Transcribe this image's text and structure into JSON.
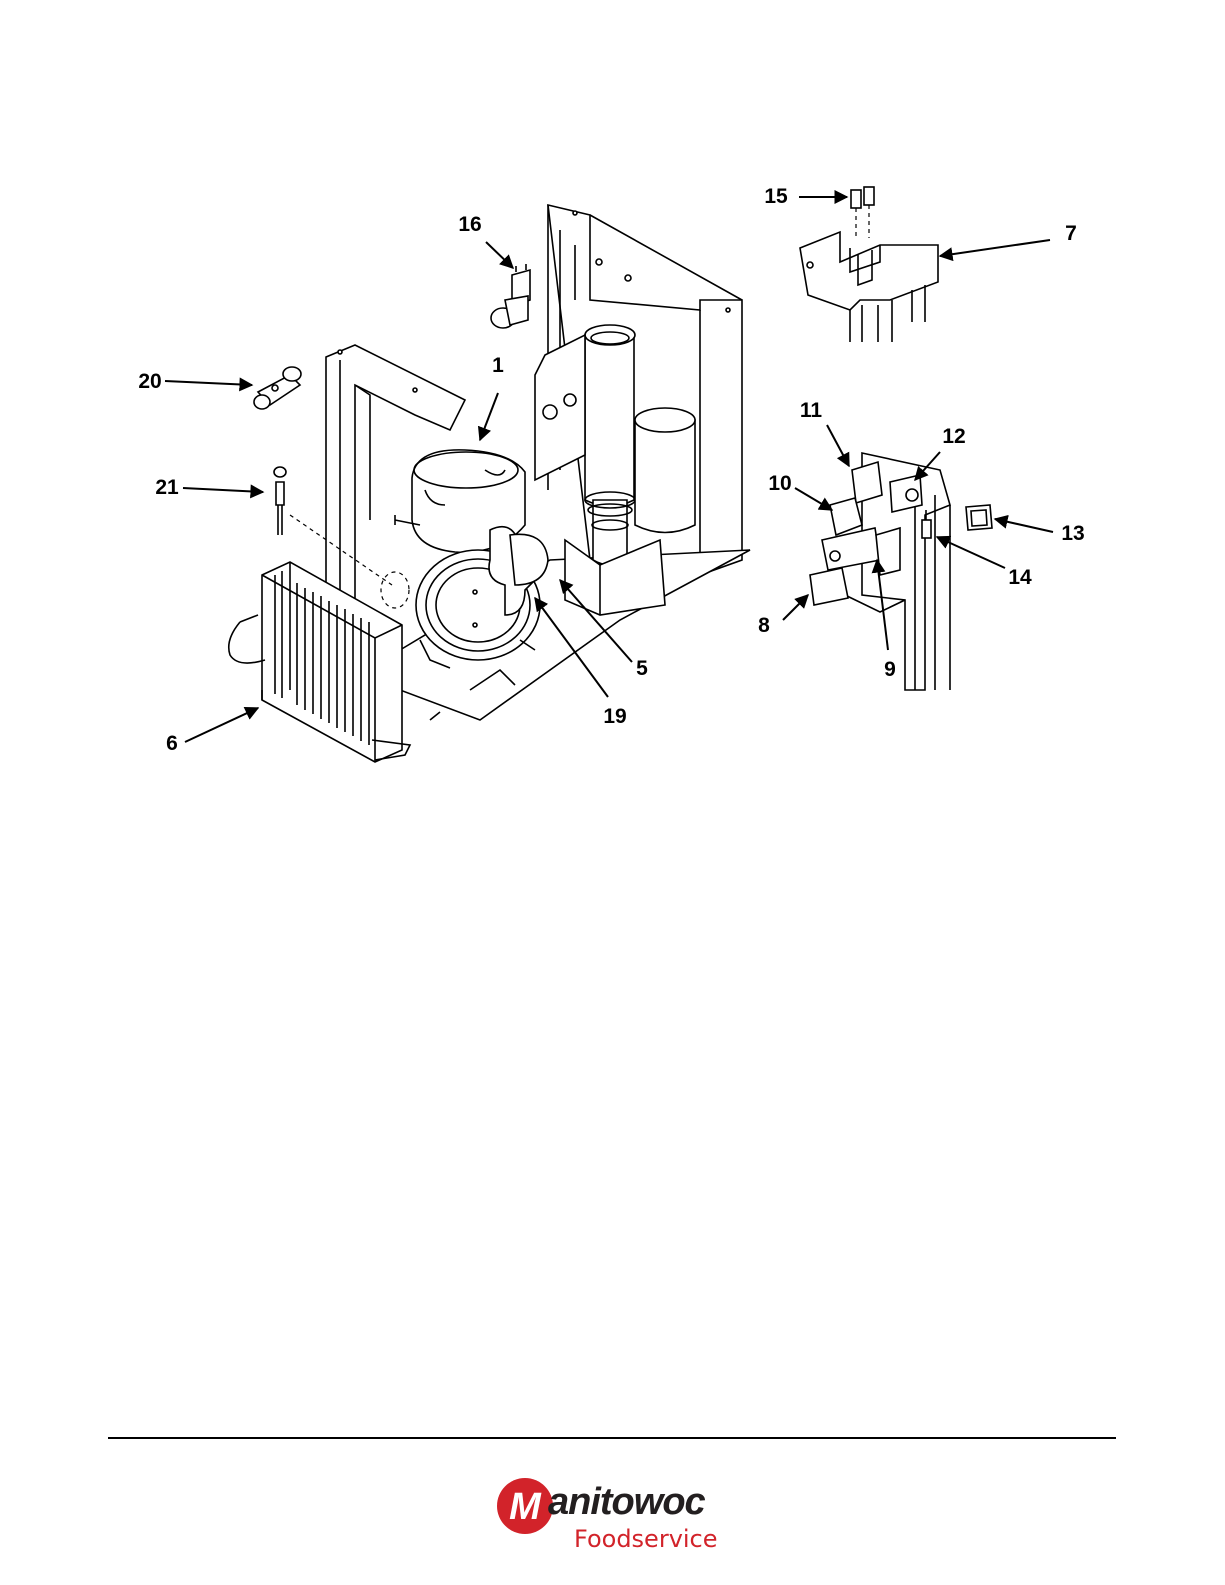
{
  "diagram": {
    "callouts": [
      "1",
      "5",
      "6",
      "7",
      "8",
      "9",
      "10",
      "11",
      "12",
      "13",
      "14",
      "15",
      "16",
      "19",
      "20",
      "21"
    ]
  },
  "logo": {
    "wordmark_rest": "anitowoc",
    "letter": "M",
    "subtitle": "Foodservice",
    "brand_red": "#d2232a",
    "brand_dark": "#231f20"
  }
}
